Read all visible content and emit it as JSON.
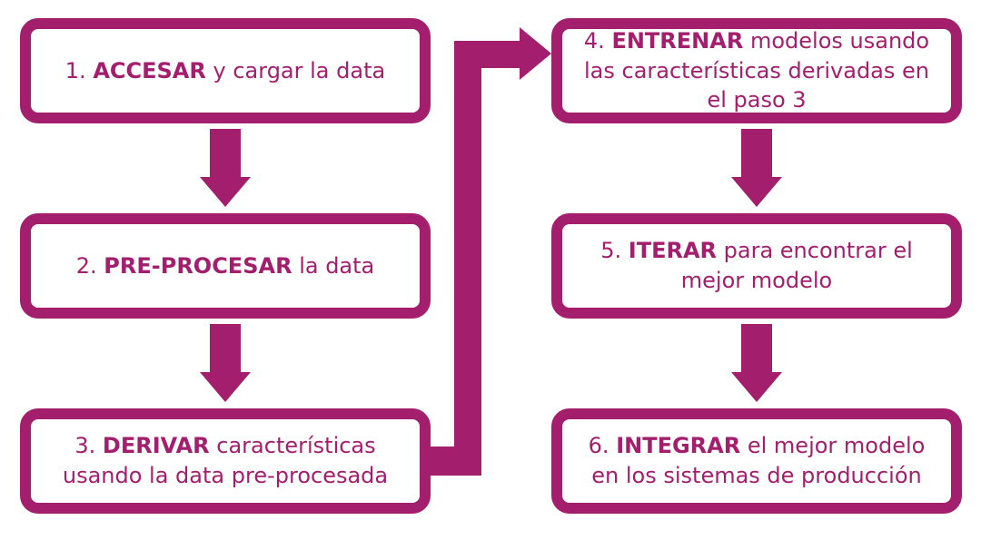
{
  "colors": {
    "accent": "#a31f6e",
    "background": "#ffffff"
  },
  "steps": [
    {
      "number": "1.",
      "keyword": "ACCESAR",
      "lines": [
        "y cargar la data"
      ]
    },
    {
      "number": "2.",
      "keyword": "PRE-PROCESAR",
      "lines": [
        "la data"
      ]
    },
    {
      "number": "3.",
      "keyword": "DERIVAR",
      "lines": [
        "características",
        "usando la data pre-procesada"
      ]
    },
    {
      "number": "4.",
      "keyword": "ENTRENAR",
      "lines": [
        "modelos usando",
        "las características derivadas en",
        "el paso 3"
      ]
    },
    {
      "number": "5.",
      "keyword": "ITERAR",
      "lines": [
        "para encontrar el",
        "mejor modelo"
      ]
    },
    {
      "number": "6.",
      "keyword": "INTEGRAR",
      "lines": [
        "el mejor modelo",
        "en los sistemas de producción"
      ]
    }
  ]
}
